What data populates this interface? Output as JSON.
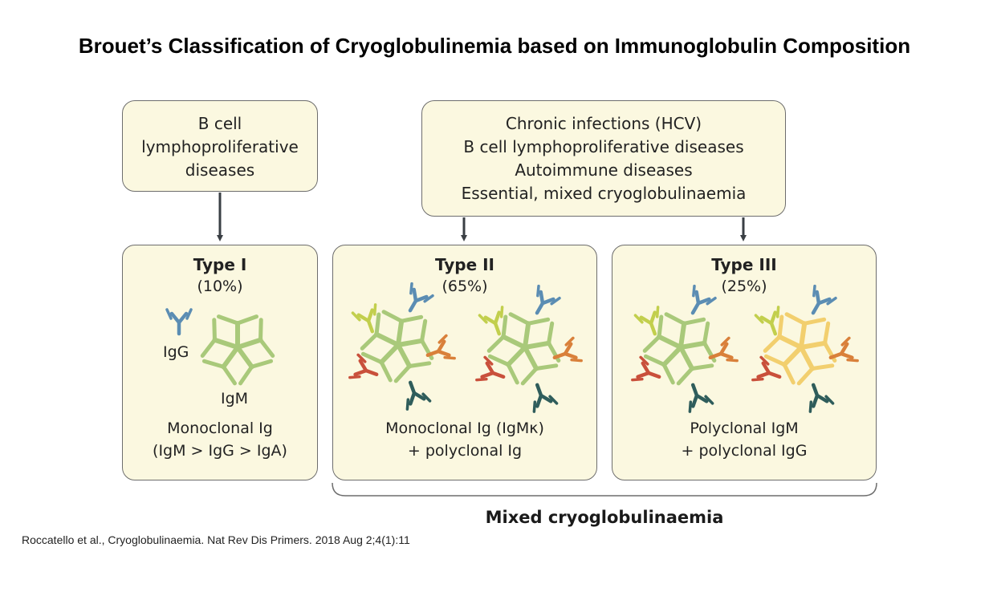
{
  "title": "Brouet’s Classification of Cryoglobulinemia based on Immunoglobulin Composition",
  "causes": {
    "type1_cause": [
      "B cell",
      "lymphoproliferative",
      "diseases"
    ],
    "mixed_causes": [
      "Chronic infections (HCV)",
      "B cell lymphoproliferative diseases",
      "Autoimmune diseases",
      "Essential, mixed cryoglobulinaemia"
    ]
  },
  "types": [
    {
      "name": "Type I",
      "percent": "(10%)",
      "desc": [
        "Monoclonal Ig",
        "(IgM > IgG > IgA)"
      ],
      "labels": {
        "igg": "IgG",
        "igm": "IgM"
      }
    },
    {
      "name": "Type II",
      "percent": "(65%)",
      "desc": [
        "Monoclonal Ig (IgMκ)",
        "+ polyclonal Ig"
      ]
    },
    {
      "name": "Type III",
      "percent": "(25%)",
      "desc": [
        "Polyclonal IgM",
        "+ polyclonal IgG"
      ]
    }
  ],
  "mixed_label": "Mixed cryoglobulinaemia",
  "citation": "Roccatello et al., Cryoglobulinaemia. Nat Rev Dis Primers. 2018 Aug 2;4(1):11",
  "colors": {
    "box_fill": "#fbf8e0",
    "box_border": "#6d6d6d",
    "igm_green": "#a9c97a",
    "igm_yellow": "#f2cf6e",
    "igg_blue": "#5b8db3",
    "igg_yellowgreen": "#c2cf4d",
    "igg_orange": "#d9803a",
    "igg_red": "#c9503b",
    "igg_teal": "#2f5d5b",
    "arrow": "#3a3f44"
  }
}
